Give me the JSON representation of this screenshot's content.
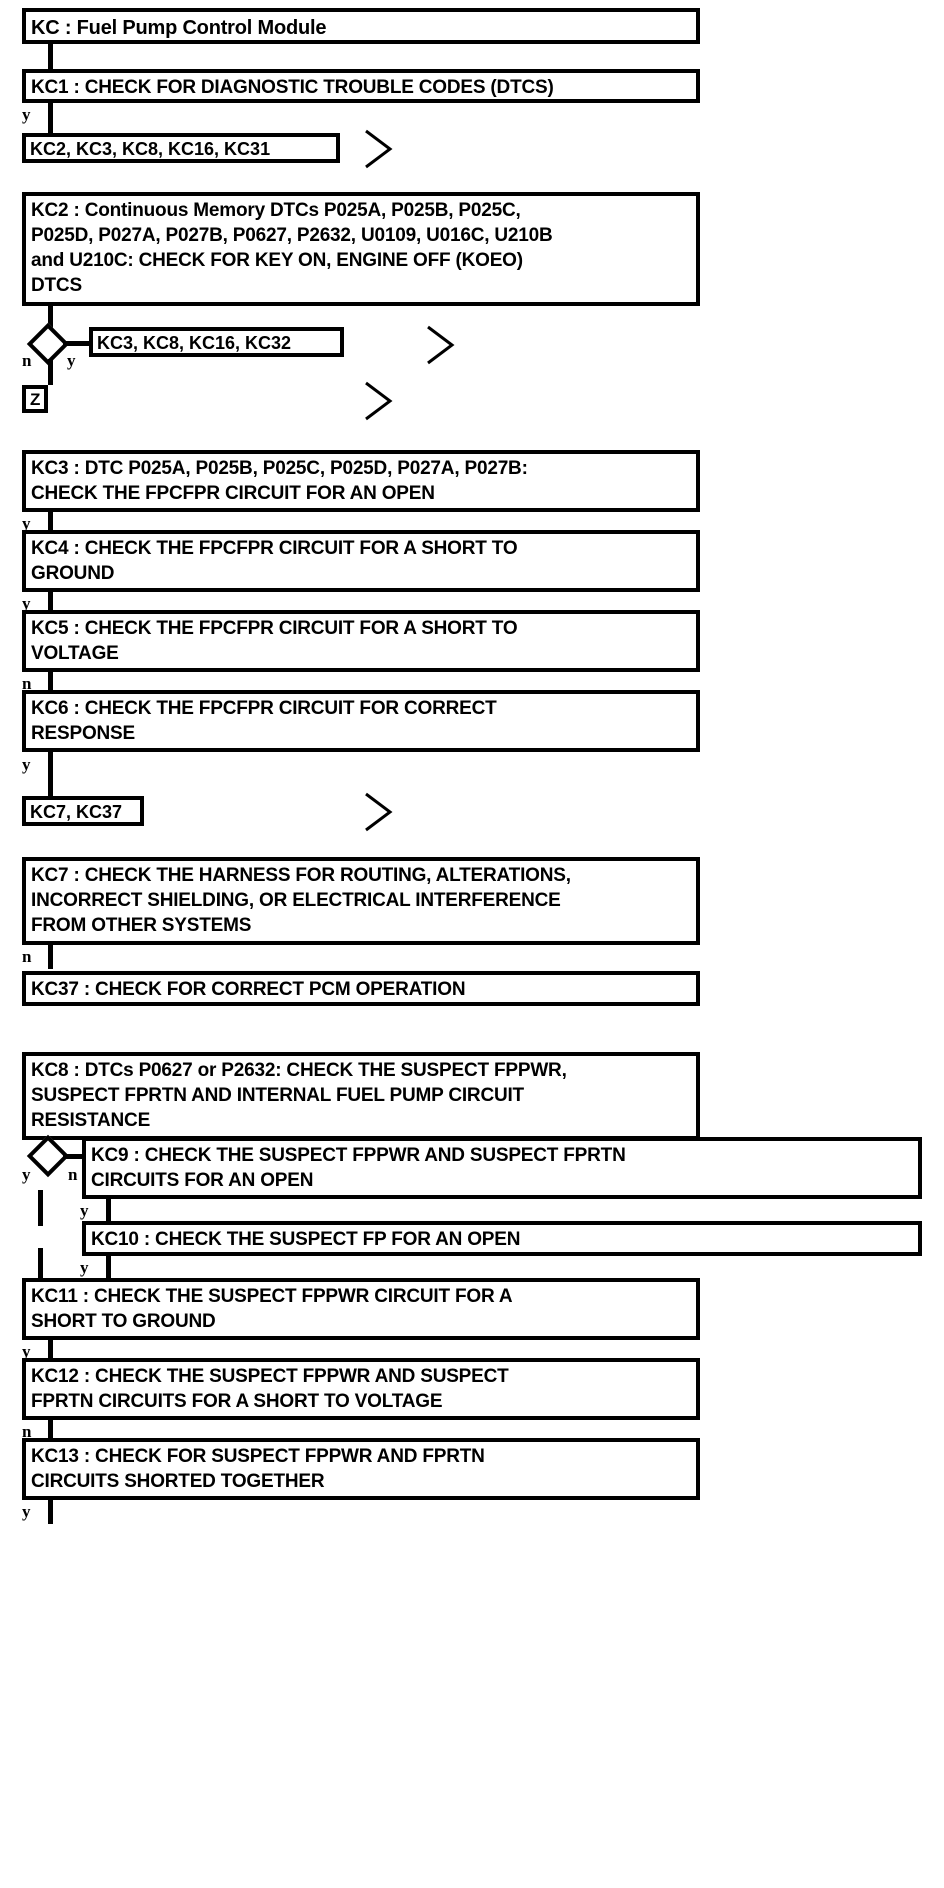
{
  "diagram": {
    "title": "KC : Fuel Pump Control Module",
    "type": "flowchart",
    "nodes": {
      "kc": "KC : Fuel Pump Control Module",
      "kc1": "KC1 : CHECK FOR DIAGNOSTIC TROUBLE CODES (DTCS)",
      "ref1": "KC2, KC3, KC8, KC16, KC31",
      "kc2": "KC2 : Continuous Memory DTCs P025A, P025B, P025C,\nP025D, P027A, P027B, P0627, P2632, U0109, U016C, U210B\nand U210C: CHECK FOR KEY ON, ENGINE OFF (KOEO)\nDTCS",
      "ref2": "KC3, KC8, KC16, KC32",
      "refz": "Z",
      "kc3": "KC3 : DTC P025A, P025B, P025C, P025D, P027A, P027B:\nCHECK THE FPCFPR CIRCUIT FOR AN OPEN",
      "kc4": "KC4 : CHECK THE FPCFPR CIRCUIT FOR A SHORT TO\nGROUND",
      "kc5": "KC5 : CHECK THE FPCFPR CIRCUIT FOR A SHORT TO\nVOLTAGE",
      "kc6": "KC6 : CHECK THE FPCFPR CIRCUIT FOR CORRECT\nRESPONSE",
      "ref3": "KC7, KC37",
      "kc7": "KC7 : CHECK THE HARNESS FOR ROUTING, ALTERATIONS,\nINCORRECT SHIELDING, OR ELECTRICAL INTERFERENCE\nFROM OTHER SYSTEMS",
      "kc37": "KC37 : CHECK FOR CORRECT PCM OPERATION",
      "kc8": "KC8 : DTCs P0627 or P2632: CHECK THE SUSPECT FPPWR,\nSUSPECT FPRTN AND INTERNAL FUEL PUMP CIRCUIT\nRESISTANCE",
      "kc9": "KC9 : CHECK THE SUSPECT FPPWR AND SUSPECT FPRTN\nCIRCUITS FOR AN OPEN",
      "kc10": "KC10 : CHECK THE SUSPECT FP FOR AN OPEN",
      "kc11": "KC11 : CHECK THE SUSPECT FPPWR CIRCUIT FOR A\nSHORT TO GROUND",
      "kc12": "KC12 : CHECK THE SUSPECT FPPWR AND SUSPECT\nFPRTN CIRCUITS FOR A SHORT TO VOLTAGE",
      "kc13": "KC13 : CHECK FOR SUSPECT FPPWR AND FPRTN\nCIRCUITS SHORTED TOGETHER"
    },
    "edge_labels": {
      "kc1_y": "y",
      "kc2_diamond_n": "n",
      "kc2_diamond_y": "y",
      "kc3_y": "y",
      "kc4_y": "y",
      "kc5_n": "n",
      "kc6_y": "y",
      "kc7_n": "n",
      "kc8_diamond_y": "y",
      "kc8_diamond_n": "n",
      "kc9_y": "y",
      "kc10_y": "y",
      "kc11_y": "y",
      "kc12_n": "n",
      "kc13_y": "y"
    },
    "colors": {
      "stroke": "#000000",
      "background": "#ffffff",
      "text": "#000000"
    }
  }
}
